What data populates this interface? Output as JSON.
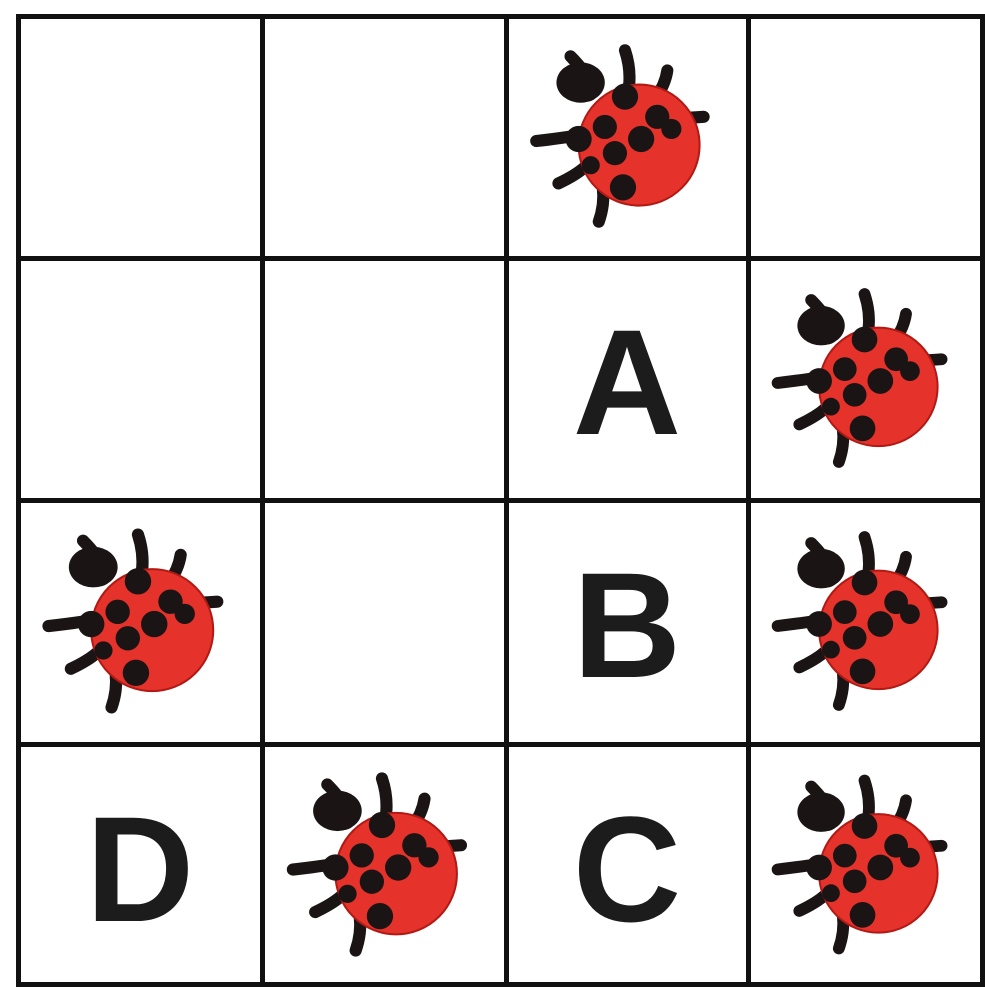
{
  "grid": {
    "rows": 4,
    "cols": 4,
    "cells": [
      [
        {
          "content": "empty"
        },
        {
          "content": "empty"
        },
        {
          "content": "ladybug",
          "icon": "ladybug-icon"
        },
        {
          "content": "empty"
        }
      ],
      [
        {
          "content": "empty"
        },
        {
          "content": "empty"
        },
        {
          "content": "letter",
          "letter": "A"
        },
        {
          "content": "ladybug",
          "icon": "ladybug-icon"
        }
      ],
      [
        {
          "content": "ladybug",
          "icon": "ladybug-icon"
        },
        {
          "content": "empty"
        },
        {
          "content": "letter",
          "letter": "B"
        },
        {
          "content": "ladybug",
          "icon": "ladybug-icon"
        }
      ],
      [
        {
          "content": "letter",
          "letter": "D"
        },
        {
          "content": "ladybug",
          "icon": "ladybug-icon"
        },
        {
          "content": "letter",
          "letter": "C"
        },
        {
          "content": "ladybug",
          "icon": "ladybug-icon"
        }
      ]
    ]
  },
  "colors": {
    "grid_line": "#111111",
    "background": "#ffffff",
    "ladybug_shell": "#e5322b",
    "ladybug_outline": "#b11a14",
    "ladybug_spots": "#1a1414",
    "letter": "#1c1c1c"
  }
}
